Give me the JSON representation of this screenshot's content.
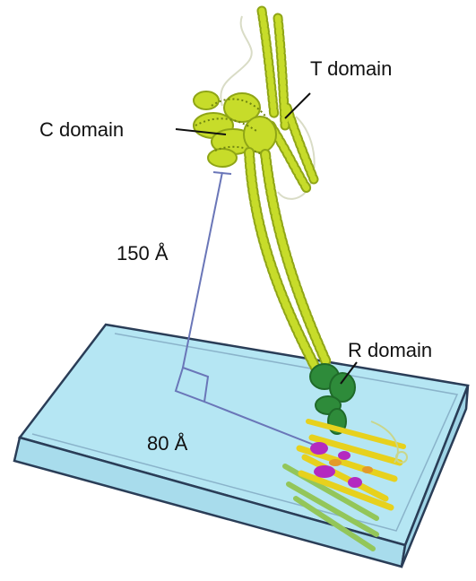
{
  "labels": {
    "t_domain": "T domain",
    "c_domain": "C domain",
    "r_domain": "R domain",
    "distance_150": "150 Å",
    "distance_80": "80 Å"
  },
  "colors": {
    "helix": "#c7dc2a",
    "helix_dark": "#8fa516",
    "r_domain": "#2e8b3a",
    "membrane_fill": "#b5e6f3",
    "membrane_edge": "#2a3d57",
    "guide_line": "#6a76b8",
    "sheet_yellow": "#e7d11d",
    "sheet_purple": "#b42ac0",
    "sheet_green": "#93c65a"
  }
}
